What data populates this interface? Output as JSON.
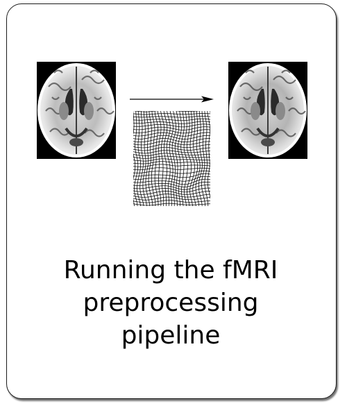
{
  "card": {
    "caption_lines": [
      "Running the fMRI",
      "preprocessing",
      "pipeline"
    ]
  },
  "figure": {
    "input_image": "brain-mri-axial-icon",
    "output_image": "brain-mri-axial-normalized-icon",
    "deformation_field": "warp-grid-icon",
    "arrow": "right-arrow-icon"
  },
  "colors": {
    "border": "#1a1a1a",
    "background": "#ffffff",
    "text": "#000000",
    "grid": "#000000"
  }
}
